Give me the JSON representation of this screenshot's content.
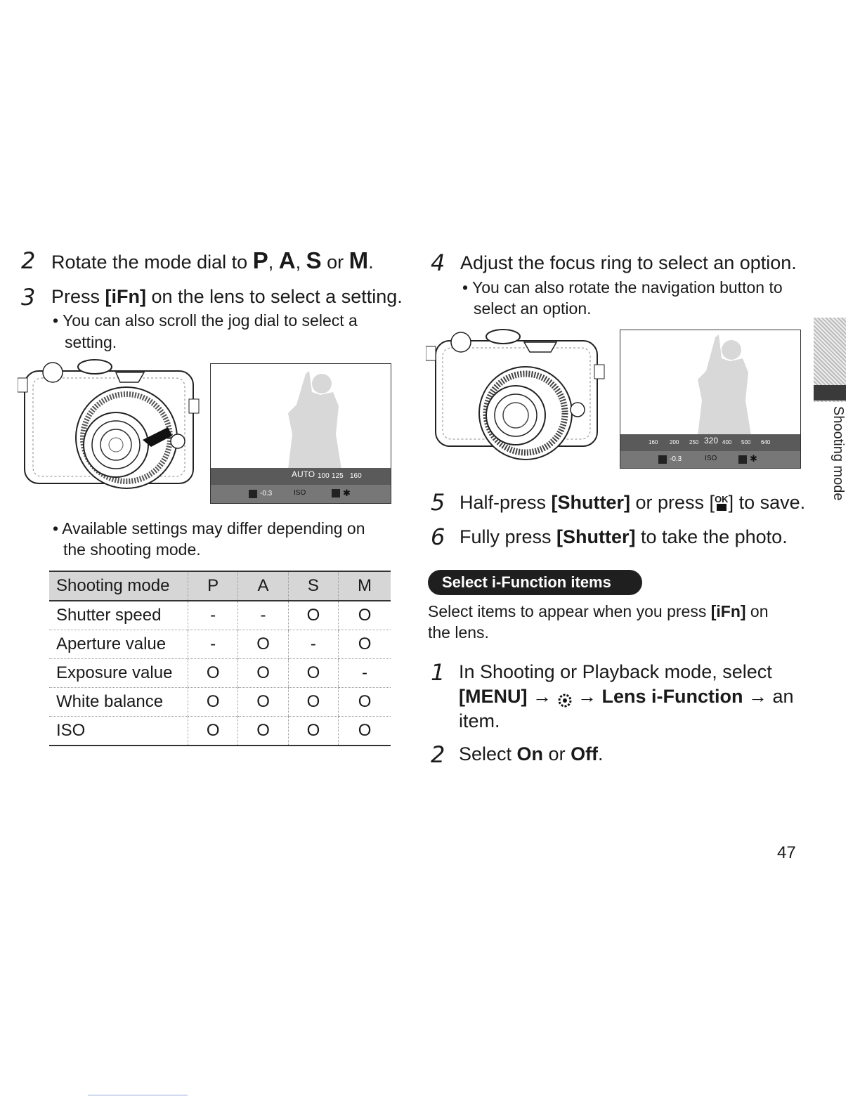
{
  "left": {
    "step2": {
      "num": "2",
      "text_a": "Rotate the mode dial to ",
      "p": "P",
      "comma1": ", ",
      "a": "A",
      "comma2": ", ",
      "s": "S",
      "or": " or ",
      "m": "M",
      "end": "."
    },
    "step3": {
      "num": "3",
      "text_a": "Press ",
      "ifn": "[iFn]",
      "text_b": " on the lens to select a setting."
    },
    "step3_bullet_l1": "• You can also scroll the jog dial to select a",
    "step3_bullet_l2": "setting.",
    "lcd1": {
      "auto": "AUTO",
      "t1": "100",
      "t2": "125",
      "t3": "160",
      "ev": "-0.3",
      "iso": "ISO"
    },
    "note_l1": "• Available settings may differ depending on",
    "note_l2": "the shooting mode.",
    "table": {
      "headers": [
        "Shooting mode",
        "P",
        "A",
        "S",
        "M"
      ],
      "rows": [
        [
          "Shutter speed",
          "-",
          "-",
          "O",
          "O"
        ],
        [
          "Aperture value",
          "-",
          "O",
          "-",
          "O"
        ],
        [
          "Exposure value",
          "O",
          "O",
          "O",
          "-"
        ],
        [
          "White balance",
          "O",
          "O",
          "O",
          "O"
        ],
        [
          "ISO",
          "O",
          "O",
          "O",
          "O"
        ]
      ]
    }
  },
  "right": {
    "step4": {
      "num": "4",
      "text": "Adjust the focus ring to select an option."
    },
    "step4_bullet_l1": "• You can also rotate the navigation button to",
    "step4_bullet_l2": "select an option.",
    "lcd2": {
      "t1": "160",
      "t2": "200",
      "t3": "250",
      "t4": "320",
      "t5": "400",
      "t6": "500",
      "t7": "640",
      "ev": "-0.3",
      "iso": "ISO"
    },
    "step5": {
      "num": "5",
      "text_a": "Half-press ",
      "shutter": "[Shutter]",
      "text_b": " or press [",
      "ok": "OK",
      "text_c": "] to save."
    },
    "step6": {
      "num": "6",
      "text_a": "Fully press ",
      "shutter": "[Shutter]",
      "text_b": " to take the photo."
    },
    "section_title": "Select i-Function items",
    "section_desc_a": "Select items to appear when you press ",
    "section_desc_ifn": "[iFn]",
    "section_desc_b": " on",
    "section_desc_l2": "the lens.",
    "sub1": {
      "num": "1",
      "l1": "In Shooting or Playback mode, select",
      "menu": "[MENU]",
      "arrow1": " → ",
      "arrow2": " → ",
      "lens": "Lens i-Function",
      "arrow3": " → an",
      "l3": "item."
    },
    "sub2": {
      "num": "2",
      "text_a": "Select ",
      "on": "On",
      "or": " or ",
      "off": "Off",
      "end": "."
    }
  },
  "side_tab": "Shooting mode",
  "page_number": "47"
}
